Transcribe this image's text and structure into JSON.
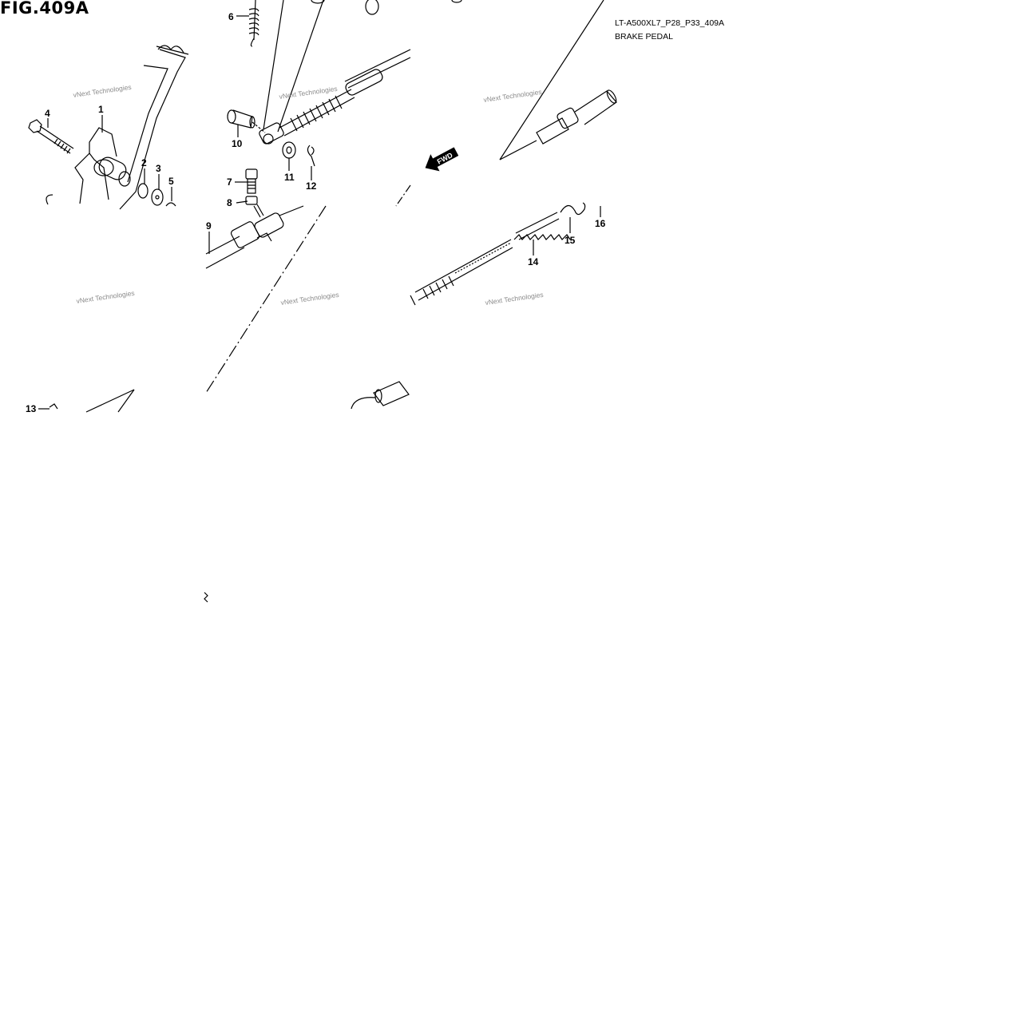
{
  "figure": {
    "title": "FIG.409A",
    "code": "LT-A500XL7_P28_P33_409A",
    "subtitle": "BRAKE PEDAL"
  },
  "fwd_label": "FWD",
  "watermark_text": "vNext Technologies",
  "callouts": [
    "1",
    "2",
    "3",
    "4",
    "5",
    "6",
    "7",
    "8",
    "9",
    "10",
    "11",
    "12",
    "13",
    "14",
    "15",
    "16"
  ],
  "colors": {
    "line": "#000000",
    "watermark": "#8a8a8a",
    "background": "#ffffff"
  }
}
